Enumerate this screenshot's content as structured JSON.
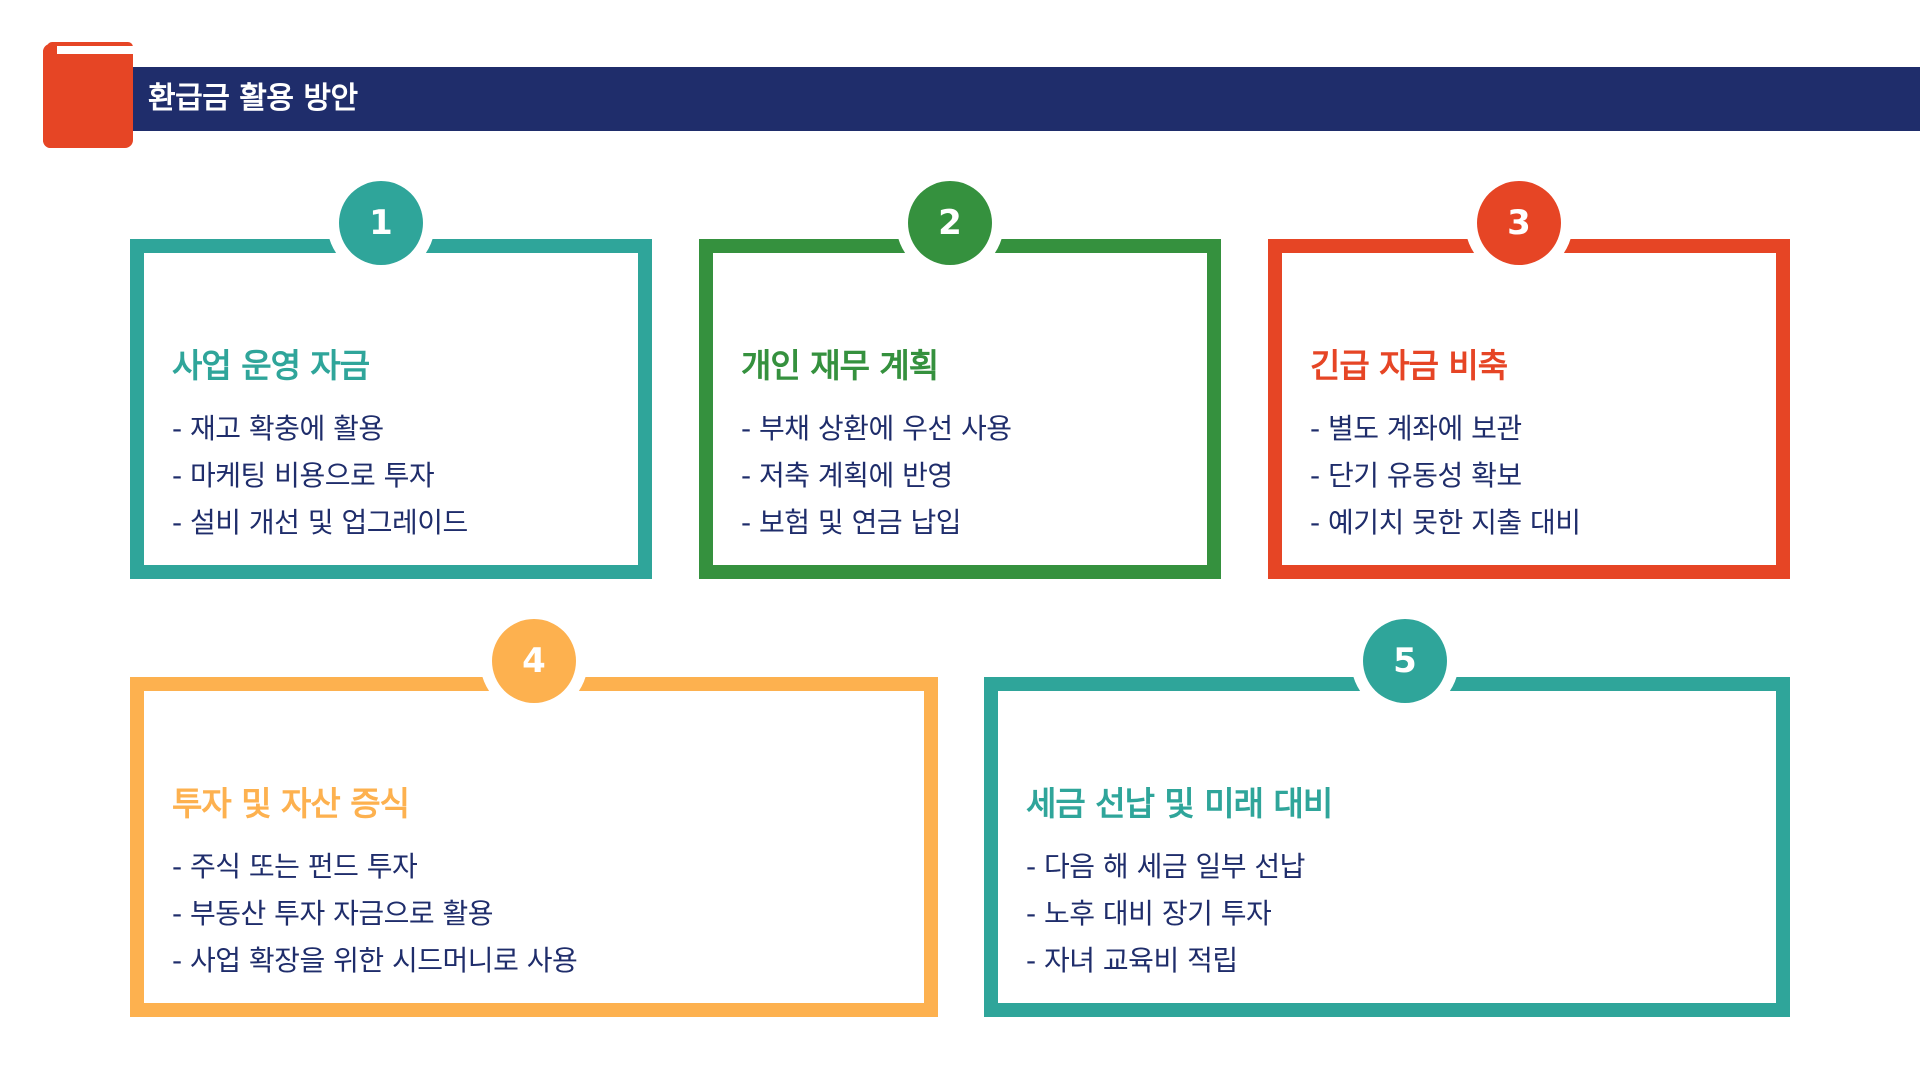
{
  "header": {
    "title": "환급금 활용 방안"
  },
  "colors": {
    "navy": "#1f2d6b",
    "teal": "#2fa59a",
    "green": "#35913e",
    "red": "#e64525",
    "orange": "#fdb14f",
    "book": "#e64525"
  },
  "cards": [
    {
      "number": "1",
      "title": "사업 운영 자금",
      "color": "#2fa59a",
      "items": [
        "- 재고 확충에 활용",
        "- 마케팅 비용으로 투자",
        "- 설비 개선 및 업그레이드"
      ]
    },
    {
      "number": "2",
      "title": "개인 재무 계획",
      "color": "#35913e",
      "items": [
        "- 부채 상환에 우선 사용",
        "- 저축 계획에 반영",
        "- 보험 및 연금 납입"
      ]
    },
    {
      "number": "3",
      "title": "긴급 자금 비축",
      "color": "#e64525",
      "items": [
        "- 별도 계좌에 보관",
        "- 단기 유동성 확보",
        "- 예기치 못한 지출 대비"
      ]
    },
    {
      "number": "4",
      "title": "투자 및 자산 증식",
      "color": "#fdb14f",
      "items": [
        "- 주식 또는 펀드 투자",
        "- 부동산 투자 자금으로 활용",
        "- 사업 확장을 위한 시드머니로 사용"
      ]
    },
    {
      "number": "5",
      "title": "세금 선납 및 미래 대비",
      "color": "#2fa59a",
      "items": [
        "- 다음 해 세금 일부 선납",
        "- 노후 대비 장기 투자",
        "- 자녀 교육비 적립"
      ]
    }
  ]
}
